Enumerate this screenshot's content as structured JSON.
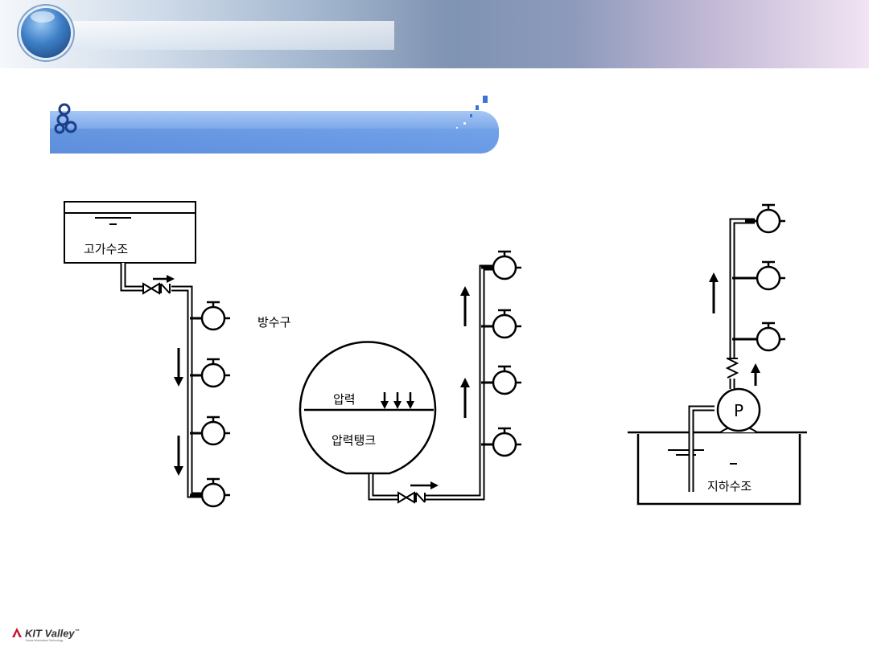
{
  "diagram": {
    "labels": {
      "elevated_tank": "고가수조",
      "outlet": "방수구",
      "pressure": "압력",
      "pressure_tank": "압력탱크",
      "pump": "P",
      "underground_tank": "지하수조"
    }
  },
  "footer": {
    "logo_text": "KIT Valley",
    "logo_tm": "™",
    "logo_sub": "Korea Information Technology"
  },
  "colors": {
    "header_accent": "#3d7fc6",
    "title_bar": "#6f9fe6",
    "line": "#000000"
  },
  "icons": [
    "orb-icon",
    "loops-icon",
    "arrow-icon",
    "valve-icon",
    "outlet-icon",
    "pump-icon"
  ]
}
